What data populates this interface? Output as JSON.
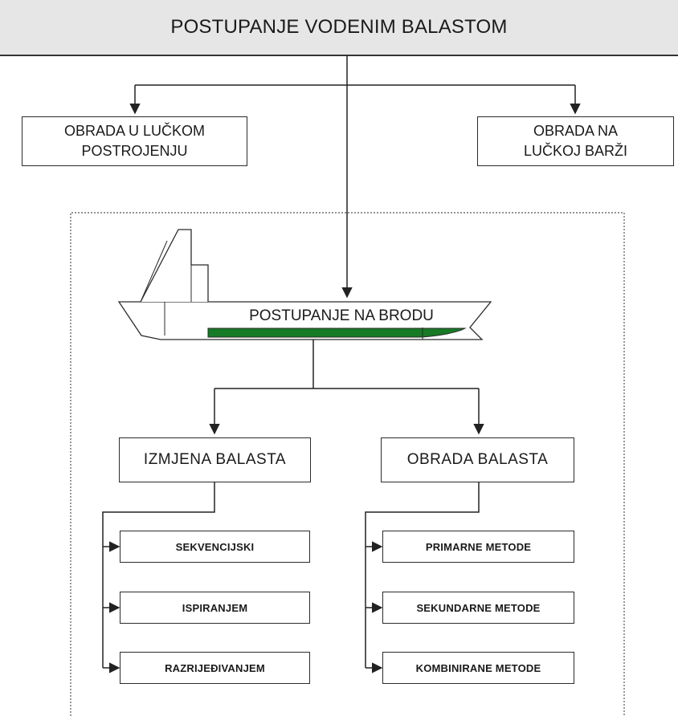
{
  "title": "POSTUPANJE VODENIM BALASTOM",
  "top_options": {
    "left": "OBRADA U LUČKOM\nPOSTROJENJU",
    "right": "OBRADA NA\nLUČKOJ BARŽI"
  },
  "ship": {
    "label": "POSTUPANJE NA BRODU",
    "hull_fill_color": "#177a25"
  },
  "branches": {
    "exchange": {
      "label": "IZMJENA BALASTA",
      "methods": [
        "SEKVENCIJSKI",
        "ISPIRANJEM",
        "RAZRIJEĐIVANJEM"
      ]
    },
    "treatment": {
      "label": "OBRADA BALASTA",
      "methods": [
        "PRIMARNE METODE",
        "SEKUNDARNE METODE",
        "KOMBINIRANE METODE"
      ]
    }
  }
}
